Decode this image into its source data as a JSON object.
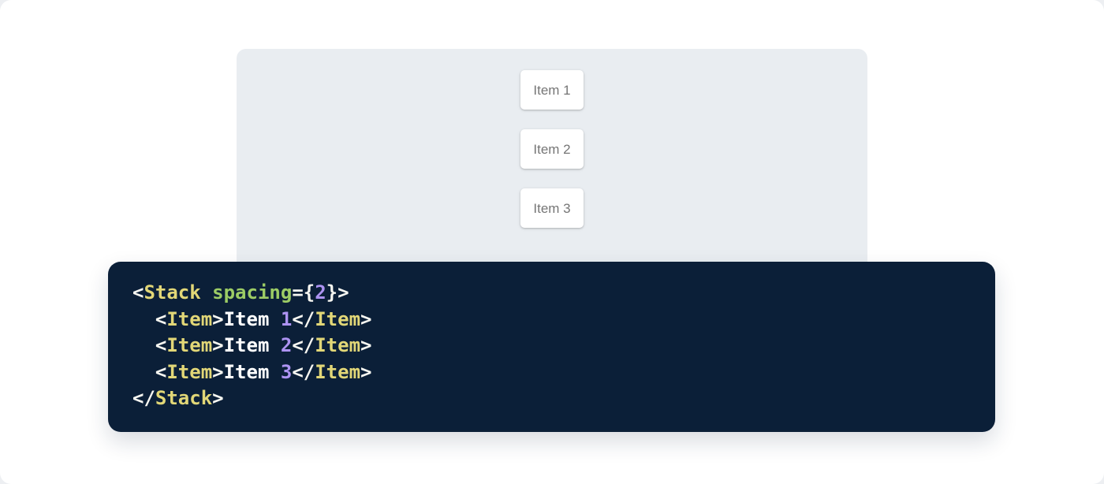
{
  "page": {
    "canvas_bg": "#EDEFF2",
    "surface_bg": "#FFFFFF"
  },
  "demo_preview": {
    "panel_bg": "#E9EDF1",
    "item_text_color": "#757575",
    "stack_items": [
      "Item 1",
      "Item 2",
      "Item 3"
    ]
  },
  "code_block": {
    "bg": "#0B1F38",
    "source": "<Stack spacing={2}>\n  <Item>Item 1</Item>\n  <Item>Item 2</Item>\n  <Item>Item 3</Item>\n</Stack>",
    "token_colors": {
      "tag": "#E2D777",
      "punctuation": "#F6F6F1",
      "attr_name": "#9CCC65",
      "number": "#AD93F2",
      "plain": "#FFFFFF"
    },
    "lines": [
      [
        [
          "punctuation",
          "<"
        ],
        [
          "tag",
          "Stack"
        ],
        [
          "plain",
          " "
        ],
        [
          "attr_name",
          "spacing"
        ],
        [
          "punctuation",
          "={"
        ],
        [
          "number",
          "2"
        ],
        [
          "punctuation",
          "}>"
        ]
      ],
      [
        [
          "plain",
          "  "
        ],
        [
          "punctuation",
          "<"
        ],
        [
          "tag",
          "Item"
        ],
        [
          "punctuation",
          ">"
        ],
        [
          "plain",
          "Item "
        ],
        [
          "number",
          "1"
        ],
        [
          "punctuation",
          "</"
        ],
        [
          "tag",
          "Item"
        ],
        [
          "punctuation",
          ">"
        ]
      ],
      [
        [
          "plain",
          "  "
        ],
        [
          "punctuation",
          "<"
        ],
        [
          "tag",
          "Item"
        ],
        [
          "punctuation",
          ">"
        ],
        [
          "plain",
          "Item "
        ],
        [
          "number",
          "2"
        ],
        [
          "punctuation",
          "</"
        ],
        [
          "tag",
          "Item"
        ],
        [
          "punctuation",
          ">"
        ]
      ],
      [
        [
          "plain",
          "  "
        ],
        [
          "punctuation",
          "<"
        ],
        [
          "tag",
          "Item"
        ],
        [
          "punctuation",
          ">"
        ],
        [
          "plain",
          "Item "
        ],
        [
          "number",
          "3"
        ],
        [
          "punctuation",
          "</"
        ],
        [
          "tag",
          "Item"
        ],
        [
          "punctuation",
          ">"
        ]
      ],
      [
        [
          "punctuation",
          "</"
        ],
        [
          "tag",
          "Stack"
        ],
        [
          "punctuation",
          ">"
        ]
      ]
    ]
  }
}
